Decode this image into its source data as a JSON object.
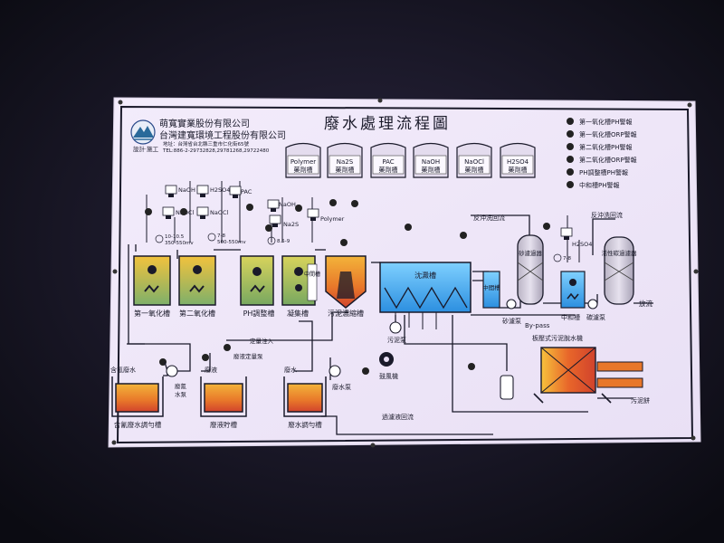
{
  "company": {
    "name1": "萌寬實業股份有限公司",
    "name2": "台灣建寬環境工程股份有限公司",
    "credit": "設計‧施工",
    "address": "地址：台灣省台北縣三重市仁化街65號",
    "phone": "TEL:886-2-29732828,29781268,29722480"
  },
  "panel_title": "廢水處理流程圖",
  "chemical_tanks": [
    {
      "top": "Polymer",
      "bottom": "藥劑槽"
    },
    {
      "top": "Na2S",
      "bottom": "藥劑槽"
    },
    {
      "top": "PAC",
      "bottom": "藥劑槽"
    },
    {
      "top": "NaOH",
      "bottom": "藥劑槽"
    },
    {
      "top": "NaOCl",
      "bottom": "藥劑槽"
    },
    {
      "top": "H2SO4",
      "bottom": "藥劑槽"
    }
  ],
  "alarms": [
    "第一氧化槽PH警報",
    "第一氧化槽ORP警報",
    "第二氧化槽PH警報",
    "第二氧化槽ORP警報",
    "PH調整槽PH警報",
    "中和槽PH警報"
  ],
  "dosing": {
    "naoh1": "NaOH",
    "h2so4": "H2SO4",
    "pac": "PAC",
    "naocl1": "NaOCl",
    "naocl2": "NaOCl",
    "naoh2": "NaOH",
    "na2s": "Na2S",
    "polymer": "Polymer",
    "h2so4_right": "H2SO4"
  },
  "setpoints": {
    "sp1": "10-10.5",
    "sp1b": "350-550mv",
    "sp2": "7-8",
    "sp2b": "500-550mv",
    "sp3": "8.5-9",
    "sp4": "7-8"
  },
  "process": {
    "tank1": "第一氧化槽",
    "tank2": "第二氧化槽",
    "ph_adjust": "PH調整槽",
    "coag": "凝集槽",
    "sludge_conc": "污泥濃縮槽",
    "sed_tank": "沈澱槽",
    "mid_tank": "中間槽",
    "mid_side": "中間槽",
    "sand_filter": "砂濾過器",
    "sand_pump": "砂濾泵",
    "carbon_filter": "活性碳過濾器",
    "neutral": "中和槽",
    "carbon_pump": "碳濾泵",
    "discharge": "放流",
    "backwash1": "反沖洗回流",
    "backwash2": "反沖洗回流",
    "bypass": "By-pass",
    "sludge_pump": "污泥泵",
    "blower": "鼓風機",
    "filter_press": "板壓式污泥脫水機",
    "sludge_cake": "污泥餅",
    "filtrate_return": "過濾液回流"
  },
  "bottom": {
    "cyanide_in": "含氰廢水",
    "cyanide_pump1": "廢氰",
    "cyanide_pump2": "水泵",
    "cyanide_tank": "含氰廢水調勻槽",
    "waste_in": "廢液",
    "dosing_pump": "廢液定量泵",
    "dosing_in": "定量注入",
    "waste_tank": "廢液貯槽",
    "water_in": "廢水",
    "water_pump": "廢水泵",
    "water_tank": "廢水調勻槽"
  },
  "colors": {
    "panel": "#f6f1fb",
    "ink": "#1a1a2a",
    "orange": "#e8772a",
    "yellow": "#f1d23a",
    "green": "#7fae62",
    "blue": "#2c9ce0",
    "red": "#d1432c"
  }
}
